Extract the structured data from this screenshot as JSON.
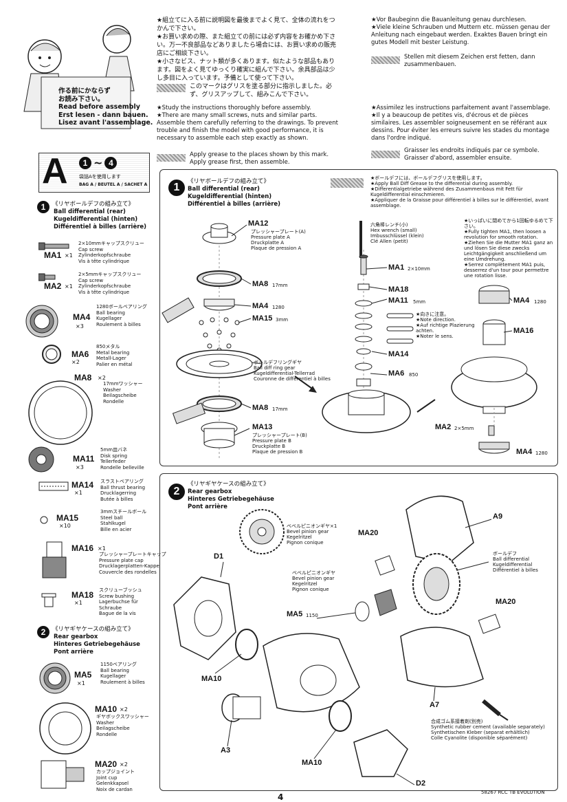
{
  "header": {
    "jp_instructions": "★組立てに入る前に説明図を最後までよく見て、全体の流れをつかんで下さい。\n★お買い求めの際、また組立ての前には必ず内容をお確かめ下さい。万一不良部品などありましたら場合には、お買い求めの販売店にご相談下さい。\n★小さなビス、ナット類が多くあります。似たような部品もあります。図をよく見てゆっくり確実に組んで下さい。余具部品は少し多目に入っています。予備として使って下さい。",
    "jp_grease": "このマークはグリスを塗る部分に指示しました。必ず、グリスアップして、組みこんで下さい。",
    "mascot_caption": "作る前にかならず\nお読み下さい。\nRead before assembly\nErst lesen - dann bauen.\nLisez avant l'assemblage.",
    "en_instructions": "★Study the instructions thoroughly before assembly.\n★There are many small screws, nuts and similar parts. Assemble them carefully referring to the drawings. To prevent trouble and finish the model with good performance, it is necessary to assemble each step exactly as shown.",
    "en_grease": "Apply grease to the places shown by this mark.\nApply grease first, then assemble.",
    "de_instructions": "★Vor Baubeginn die Bauanleitung genau durchlesen.\n★Viele kleine Schrauben und Muttern etc. müssen genau der Anleitung nach eingebaut werden. Exaktes Bauen bringt ein gutes Modell mit bester Leistung.",
    "de_grease": "Stellen mit diesem Zeichen erst fetten, dann zusammenbauen.",
    "fr_instructions": "★Assimilez les instructions parfaitement avant l'assemblage.\n★Il y a beaucoup de petites vis, d'écrous et de pièces similaires. Les assembler soigneusement en se référant aux dessins. Pour éviter les erreurs suivre les stades du montage dans l'ordre indiqué.",
    "fr_grease": "Graisser les endroits indiqués par ce symbole.\nGraisser d'abord, assembler ensuite."
  },
  "bag": {
    "letter": "A",
    "range_from": "1",
    "range_sep": "~",
    "range_to": "4",
    "jp": "袋詰Aを使用します",
    "label": "BAG A / BEUTEL A / SACHET A"
  },
  "step1_parts_title": {
    "num": "1",
    "jp": "《リヤボールデフの組み立て》",
    "en": "Ball differential (rear)",
    "de": "Kugeldifferential (hinten)",
    "fr": "Différentiel à billes (arrière)"
  },
  "step1_parts": [
    {
      "code": "MA1",
      "qty": "×1",
      "desc": "2×10mmキャップスクリュー\nCap screw\nZylinderkopfschraube\nVis à tête cylindrique"
    },
    {
      "code": "MA2",
      "qty": "×1",
      "desc": "2×5mmキャップスクリュー\nCap screw\nZylinderkopfschraube\nVis à tête cylindrique"
    },
    {
      "code": "MA4",
      "qty": "×3",
      "desc": "1280ボールベアリング\nBall bearing\nKugellager\nRoulement à billes"
    },
    {
      "code": "MA6",
      "qty": "×2",
      "desc": "850メタル\nMetal bearing\nMetall-Lager\nPalier en métal"
    },
    {
      "code": "MA8",
      "qty": "×2",
      "desc": "17mmワッシャー\nWasher\nBeilagscheibe\nRondelle"
    },
    {
      "code": "MA11",
      "qty": "×3",
      "desc": "5mm皿バネ\nDisk spring\nTellerfeder\nRondelle belleville"
    },
    {
      "code": "MA14",
      "qty": "×1",
      "desc": "スラストベアリング\nBall thrust bearing\nDrucklagerring\nButée à billes"
    },
    {
      "code": "MA15",
      "qty": "×10",
      "desc": "3mmスチールボール\nSteel ball\nStahlkugel\nBille en acier"
    },
    {
      "code": "MA16",
      "qty": "×1",
      "desc": "プレッシャープレートキャップ\nPressure plate cap\nDrucklagerplatten-Kappe\nCouvercle des rondelles"
    },
    {
      "code": "MA18",
      "qty": "×1",
      "desc": "スクリューブッシュ\nScrew bushing\nLagerbuchse für\nSchraube\nBague de la vis"
    }
  ],
  "step2_parts_title": {
    "num": "2",
    "jp": "《リヤギヤケースの組み立て》",
    "en": "Rear gearbox",
    "de": "Hinteres Getriebegehäuse",
    "fr": "Pont arrière"
  },
  "step2_parts": [
    {
      "code": "MA5",
      "qty": "×1",
      "desc": "1150ベアリング\nBall bearing\nKugellager\nRoulement à billes"
    },
    {
      "code": "MA10",
      "qty": "×2",
      "desc": "ギヤボックスワッシャー\nWasher\nBeilagscheibe\nRondelle"
    },
    {
      "code": "MA20",
      "qty": "×2",
      "desc": "カップジョイント\nJoint cup\nGelenkkapsel\nNoix de cardan"
    }
  ],
  "step1": {
    "num": "1",
    "jp": "《リヤボールデフの組み立て》",
    "en": "Ball differential (rear)",
    "de": "Kugeldifferential (hinten)",
    "fr": "Différentiel à billes (arrière)",
    "grease_note": "★ボールデフには、ボールデフグリスを使用します。\n★Apply Ball Diff Grease to the differential during assembly.\n★Differentialgetriebe während des Zusammenbaus mit Fett für Kugeldifferential einschmieren.\n★Appliquer de la Graisse pour différentiel à billes sur le différentiel, avant assemblage.",
    "labels": {
      "ma12": "MA12",
      "ma12_desc": "プレッシャープレート(A)\nPressure plate A\nDruckplatte A\nPlaque de pression A",
      "ma8a": "MA8",
      "ma8a_size": "17mm",
      "ma4a": "MA4",
      "ma4a_size": "1280",
      "ma15": "MA15",
      "ma15_size": "3mm",
      "ring_gear": "ボールデフリングギヤ\nBall diff ring gear\nKugeldifferential-Tellerrad\nCouronne de différentiel à billes",
      "ma8b": "MA8",
      "ma8b_size": "17mm",
      "ma13": "MA13",
      "ma13_desc": "プレッシャープレート(B)\nPressure plate B\nDruckplatte B\nPlaque de pression B",
      "hex": "六角棒レンチ(小)\nHex wrench (small)\nImbusschlüssel (klein)\nClé Allen (petit)",
      "ma1": "MA1",
      "ma1_size": "2×10mm",
      "ma18": "MA18",
      "ma11": "MA11",
      "ma11_size": "5mm",
      "direction": "★向きに注意。\n★Note direction.\n★Auf richtige Plazierung achten.\n★Noter le sens.",
      "ma14": "MA14",
      "ma6": "MA6",
      "ma6_size": "850",
      "tighten": "★いっぱいに閉めてから1回転ゆるめて下さい。\n★Fully tighten MA1, then loosen a revolution for smooth rotation.\n★Ziehen Sie die Mutter MA1 ganz an und lösen Sie diese zwecks Leichtgängigkeit anschließend um eine Umdrehung.\n★Serrez complètement MA1 puis, desserrez d'un tour pour permettre une rotation lisse.",
      "ma4b": "MA4",
      "ma4b_size": "1280",
      "ma16": "MA16",
      "ma2": "MA2",
      "ma2_size": "2×5mm",
      "ma4c": "MA4",
      "ma4c_size": "1280"
    }
  },
  "step2": {
    "num": "2",
    "jp": "《リヤギヤケースの組み立て》",
    "en": "Rear gearbox",
    "de": "Hinteres Getriebegehäuse",
    "fr": "Pont arrière",
    "labels": {
      "bevel1": "ベベルピニオンギヤ×1\nBevel pinion gear\nKegelritzel\nPignon conique",
      "bevel2": "ベベルピニオンギヤ\nBevel pinion gear\nKegelritzel\nPignon conique",
      "d1": "D1",
      "ma20a": "MA20",
      "a9": "A9",
      "ball_diff": "ボールデフ\nBall differential\nKugeldifferential\nDifférentiel à billes",
      "ma5": "MA5",
      "ma5_size": "1150",
      "ma20b": "MA20",
      "ma10a": "MA10",
      "a7": "A7",
      "cement": "合成ゴム系接着剤(別売)\nSynthetic rubber cement (available separately)\nSynthetischen Kleber (separat erhältlich)\nColle Cyanolite (disponible séparément)",
      "a3": "A3",
      "ma10b": "MA10",
      "d2": "D2"
    }
  },
  "footer": {
    "page": "4",
    "code": "58267 RCC TB EVOLUTION"
  }
}
